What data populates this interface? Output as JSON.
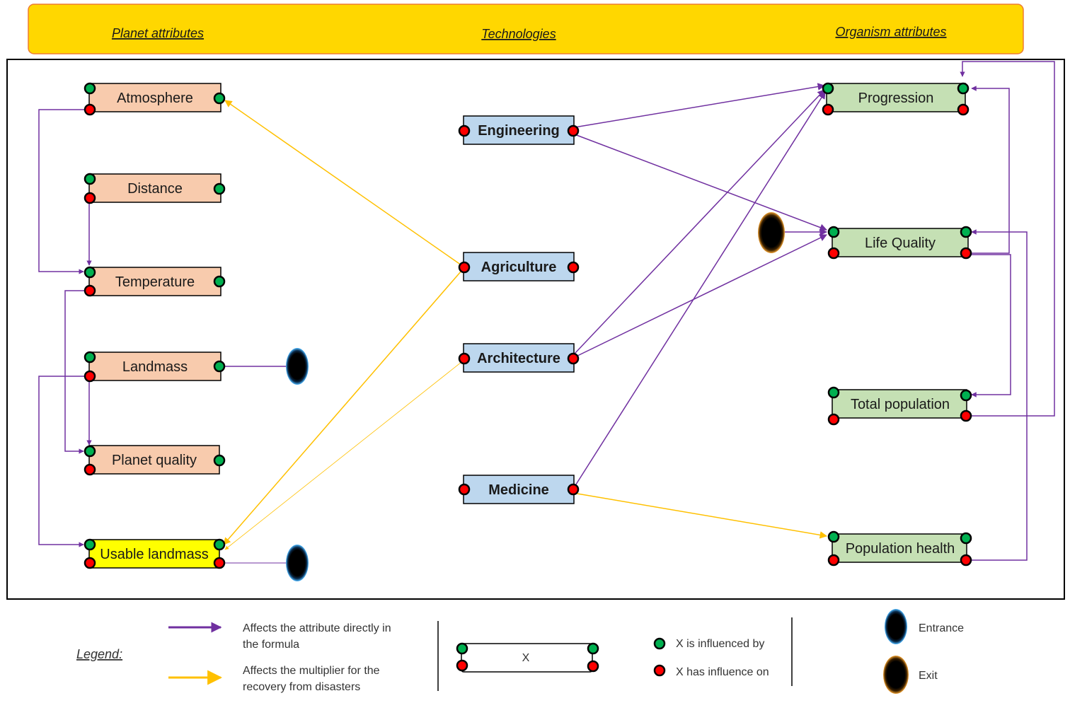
{
  "header": {
    "planet": "Planet attributes",
    "tech": "Technologies",
    "organism": "Organism attributes"
  },
  "nodes": {
    "atmosphere": "Atmosphere",
    "distance": "Distance",
    "temperature": "Temperature",
    "landmass": "Landmass",
    "planet_quality": "Planet quality",
    "usable_landmass": "Usable landmass",
    "engineering": "Engineering",
    "agriculture": "Agriculture",
    "architecture": "Architecture",
    "medicine": "Medicine",
    "progression": "Progression",
    "life_quality": "Life Quality",
    "total_population": "Total population",
    "population_health": "Population health"
  },
  "legend": {
    "title": "Legend:",
    "purple_line1": "Affects the attribute directly in",
    "purple_line2": "the formula",
    "yellow_line1": "Affects the multiplier for the",
    "yellow_line2": "recovery from disasters",
    "box_label": "X",
    "green_dot": "X  is influenced by",
    "red_dot": "X  has influence on",
    "entrance": "Entrance",
    "exit": "Exit"
  },
  "colors": {
    "header_fill": "#ffd700",
    "planet_fill": "#f8cbad",
    "usable_fill": "#ffff00",
    "tech_fill": "#bdd7ee",
    "organism_fill": "#c5e0b4",
    "purple": "#7030a0",
    "yellow": "#ffc000",
    "green_dot": "#00b050",
    "red_dot": "#ff0000"
  }
}
